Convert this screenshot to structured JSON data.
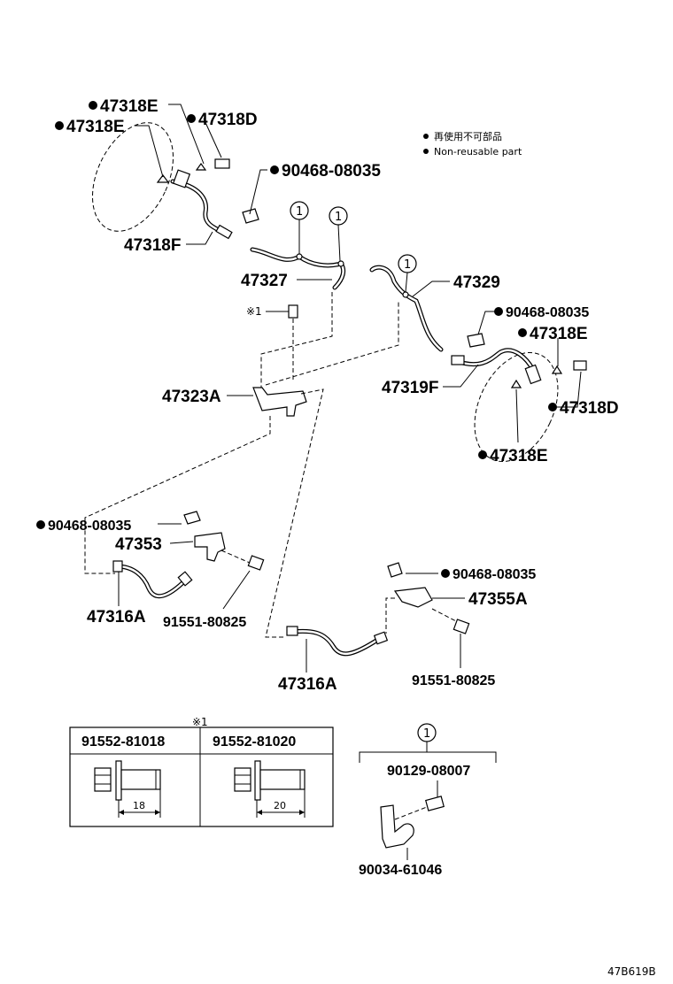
{
  "legend": {
    "line1": "再使用不可部品",
    "line2": "Non-reusable part"
  },
  "labels": {
    "p47318E_a": "47318E",
    "p47318E_b": "47318E",
    "p47318D_a": "47318D",
    "p90468_a": "90468-08035",
    "p47318F": "47318F",
    "p47327": "47327",
    "note_x1": "※1",
    "p47323A": "47323A",
    "p47329": "47329",
    "p90468_b": "90468-08035",
    "p47318E_c": "47318E",
    "p47319F": "47319F",
    "p47318D_b": "47318D",
    "p47318E_d": "47318E",
    "p90468_c": "90468-08035",
    "p47353": "47353",
    "p47316A_a": "47316A",
    "p91551_a": "91551-80825",
    "p90468_d": "90468-08035",
    "p47355A": "47355A",
    "p47316A_b": "47316A",
    "p91551_b": "91551-80825",
    "p90129": "90129-08007",
    "p90034": "90034-61046",
    "ref1": "1",
    "ref2": "1",
    "ref3": "1",
    "ref4": "1"
  },
  "table": {
    "note": "※1",
    "col1_header": "91552-81018",
    "col2_header": "91552-81020",
    "col1_dim": "18",
    "col2_dim": "20"
  },
  "diagram_code": "47B619B"
}
